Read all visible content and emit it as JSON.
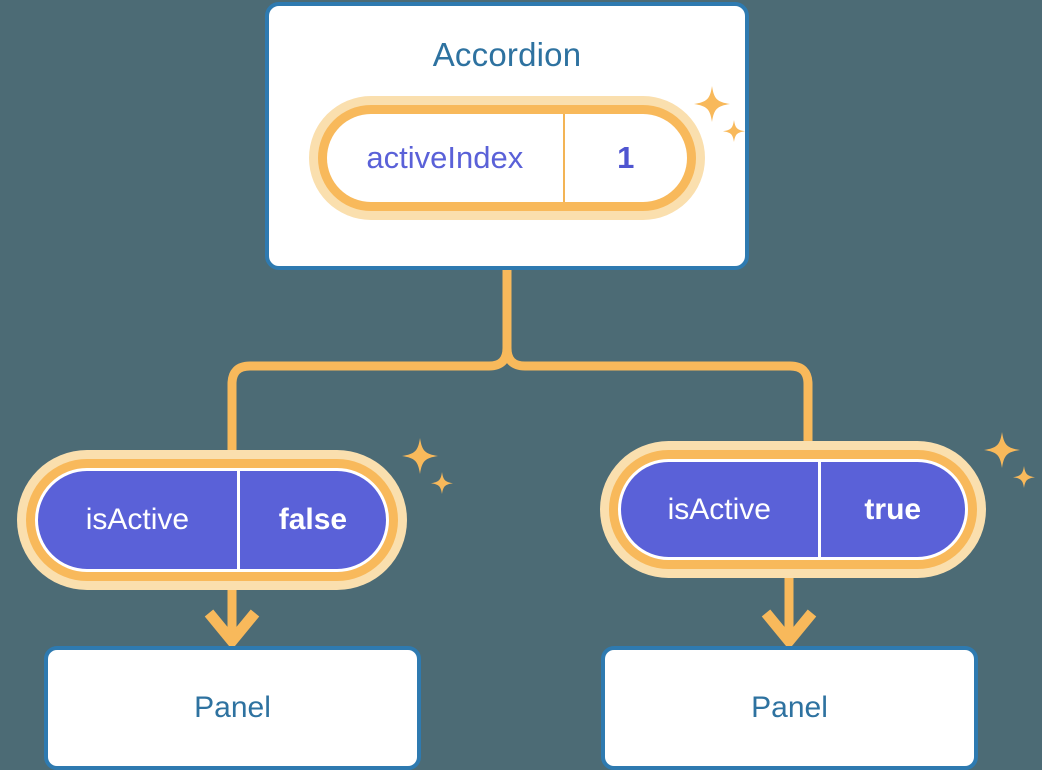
{
  "theme": {
    "background": "#4c6b75",
    "card_border": "#2e7ab0",
    "card_fill": "#ffffff",
    "title_text": "#2e72a0",
    "wire": "#f8b95b",
    "halo": "#fadfae",
    "violet": "#5a61d8",
    "value_text": "#4f55d0",
    "sparkle": "#f8b95b"
  },
  "diagram": {
    "type": "component-state-tree",
    "root": {
      "title": "Accordion",
      "state": {
        "key": "activeIndex",
        "value": "1",
        "style": "light",
        "sparkle_icon": "sparkle-icon"
      }
    },
    "children": [
      {
        "state": {
          "key": "isActive",
          "value": "false",
          "style": "violet",
          "sparkle_icon": "sparkle-icon"
        },
        "arrow_icon": "arrow-down-icon",
        "leaf": {
          "title": "Panel"
        }
      },
      {
        "state": {
          "key": "isActive",
          "value": "true",
          "style": "violet",
          "sparkle_icon": "sparkle-icon"
        },
        "arrow_icon": "arrow-down-icon",
        "leaf": {
          "title": "Panel"
        }
      }
    ]
  }
}
